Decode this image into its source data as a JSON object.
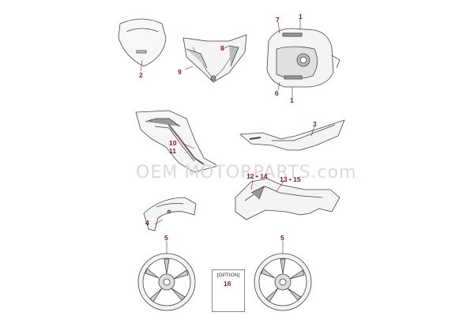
{
  "labels": {
    "callouts": [
      "1",
      "1",
      "2",
      "3",
      "4",
      "5",
      "5",
      "6",
      "7",
      "8",
      "9",
      "10",
      "11",
      "12 • 14",
      "13 • 15",
      "16"
    ]
  },
  "watermark": {
    "text": "OEM MOTORPARTS.com"
  },
  "option": {
    "label": "[OPTION]"
  },
  "colors": {
    "callout": "#7a1f1f",
    "line": "#444444"
  }
}
